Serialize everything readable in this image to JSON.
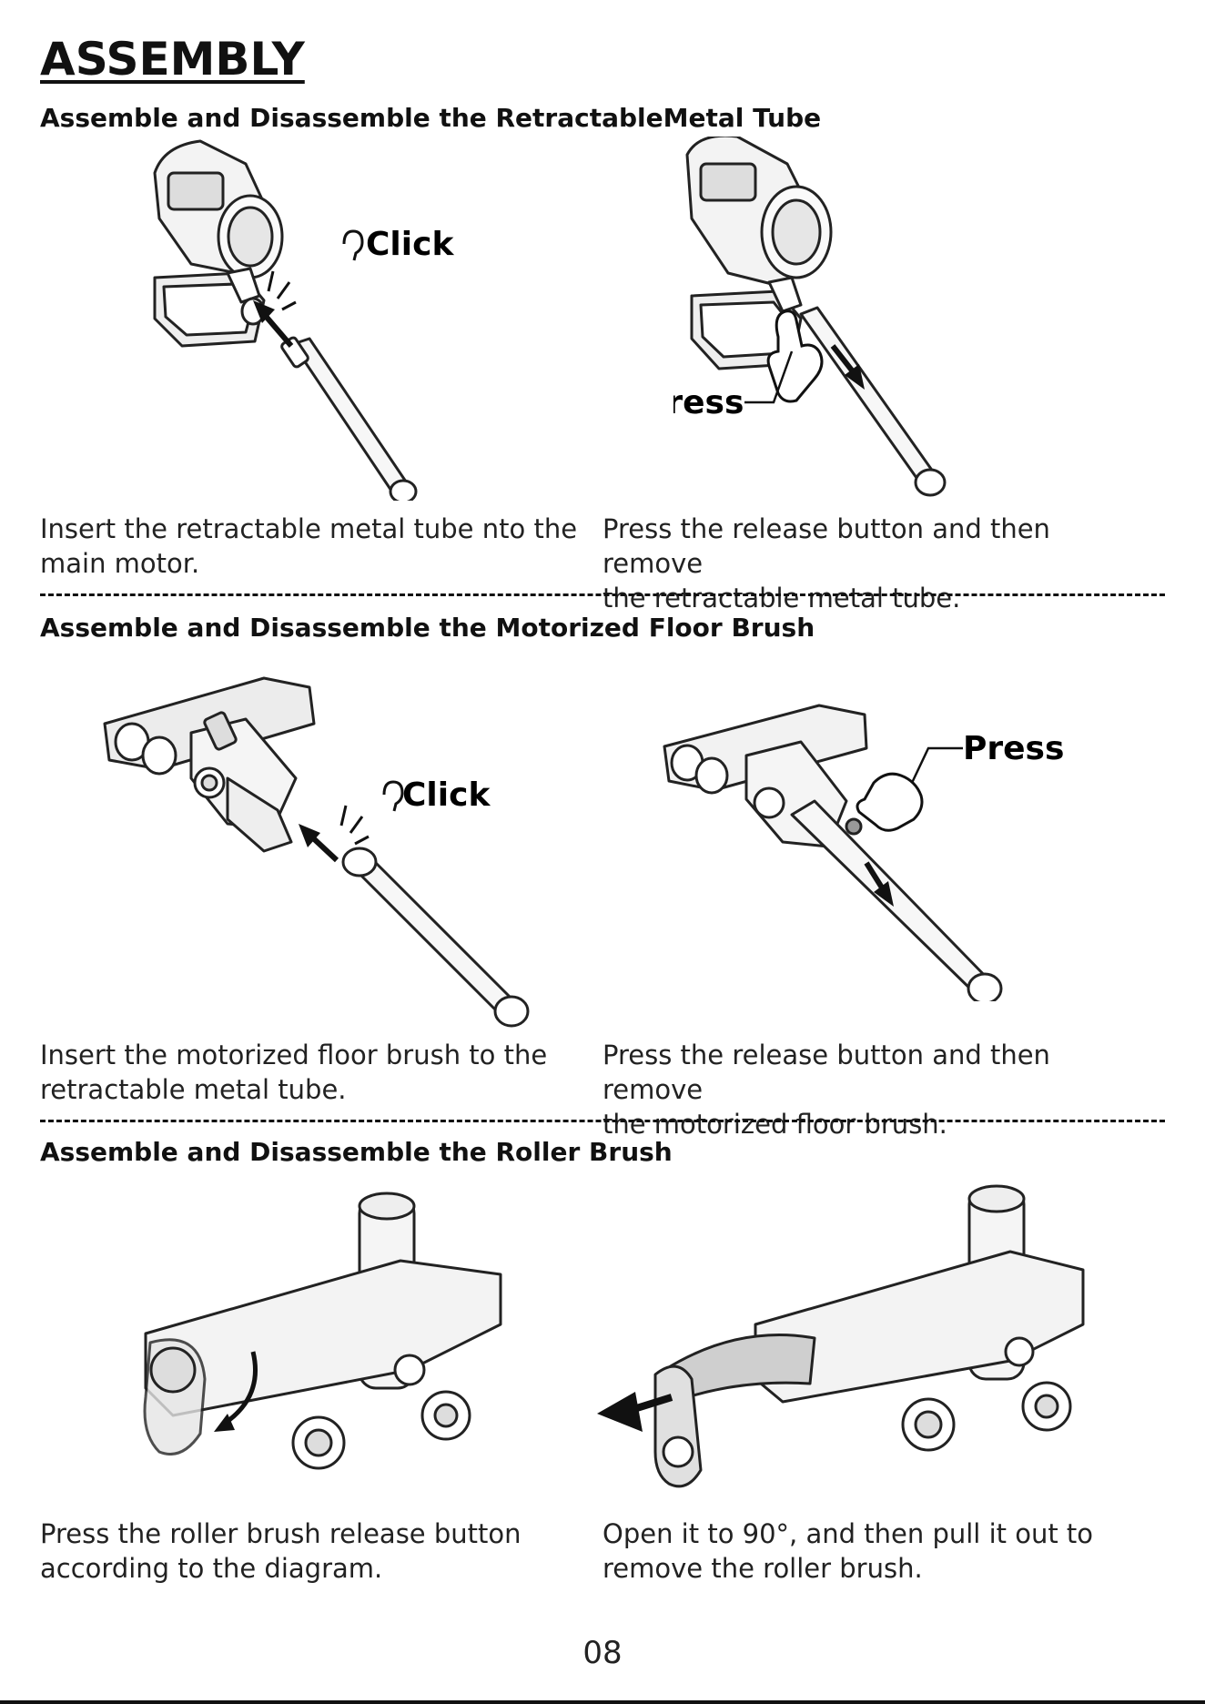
{
  "page": {
    "title": "ASSEMBLY",
    "page_number": "08"
  },
  "sections": [
    {
      "heading": "Assemble and Disassemble the RetractableMetal Tube",
      "left": {
        "label": "Click",
        "caption_line1": "Insert the retractable metal tube nto the",
        "caption_line2": "main motor."
      },
      "right": {
        "label": "Press",
        "caption_line1": "Press the release button and then remove",
        "caption_line2": "the retractable metal tube."
      }
    },
    {
      "heading": "Assemble and Disassemble the Motorized Floor Brush",
      "left": {
        "label": "Click",
        "caption_line1": "Insert the motorized floor brush to the",
        "caption_line2": "retractable metal tube."
      },
      "right": {
        "label": "Press",
        "caption_line1": "Press the release button and then remove",
        "caption_line2": "the motorized floor brush."
      }
    },
    {
      "heading": "Assemble and Disassemble the Roller Brush",
      "left": {
        "caption_line1": "Press the roller brush release button",
        "caption_line2": "according to the diagram."
      },
      "right": {
        "caption_line1": "Open it to 90°, and then pull it out to",
        "caption_line2": "remove the roller brush."
      }
    }
  ],
  "icons": {
    "click_icon": "ear-icon",
    "press_icon": "hand-press-icon",
    "arrow_icon": "arrow-icon"
  }
}
